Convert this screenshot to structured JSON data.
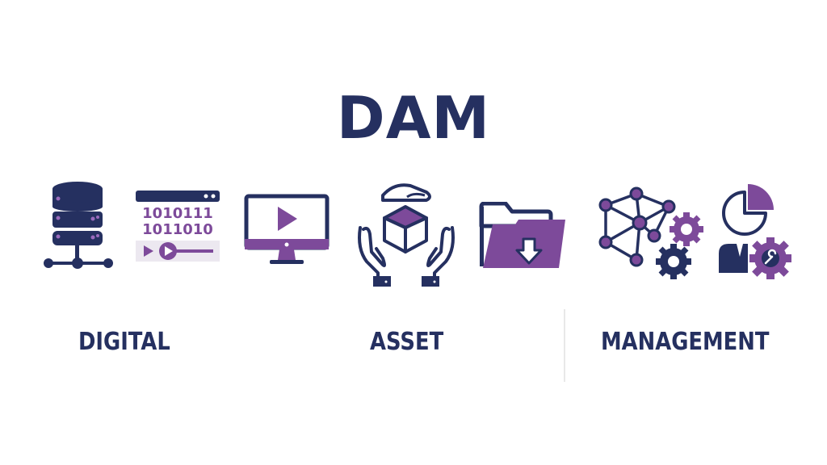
{
  "title": "DAM",
  "labels": {
    "digital": "DIGITAL",
    "asset": "ASSET",
    "management": "MANAGEMENT"
  },
  "icons": [
    {
      "name": "database-server-icon"
    },
    {
      "name": "binary-media-window-icon",
      "binary_line_1": "1010111",
      "binary_line_2": "1011010"
    },
    {
      "name": "monitor-play-icon"
    },
    {
      "name": "hands-protecting-cube-icon"
    },
    {
      "name": "folder-download-icon"
    },
    {
      "name": "network-gears-icon"
    },
    {
      "name": "manager-chart-gear-icon"
    }
  ],
  "colors": {
    "navy": "#253060",
    "purple": "#7d4a9a",
    "divider": "#e8e8e8",
    "background": "#ffffff"
  }
}
